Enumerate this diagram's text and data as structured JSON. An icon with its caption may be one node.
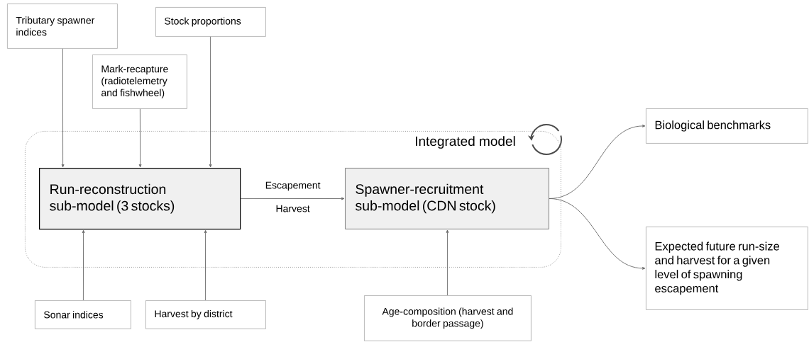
{
  "diagram": {
    "nodes": [
      {
        "text": [
          "Integrated model"
        ]
      },
      {
        "text": [
          "Tributary spawner indices"
        ]
      },
      {
        "text": [
          "Stock proportions"
        ]
      },
      {
        "text": [
          "Mark-recapture (radiotelemetry and fishwheel)"
        ]
      },
      {
        "text": [
          "Run-reconstruction sub-model (3 stocks)"
        ],
        "in": 0
      },
      {
        "text": [
          "Spawner-recruitment sub-model (CDN stock)"
        ],
        "in": 0
      },
      {
        "text": [
          "Biological benchmarks"
        ]
      },
      {
        "text": [
          "Expected future run-size and harvest for a given level of spawning escapement"
        ]
      },
      {
        "text": [
          "Sonar indices"
        ]
      },
      {
        "text": [
          "Harvest by district"
        ]
      },
      {
        "text": [
          "Age-composition (harvest and border passage)"
        ]
      }
    ],
    "edges": [
      {
        "from": 1,
        "to": 4,
        "arrow": "to"
      },
      {
        "from": 3,
        "to": 4,
        "arrow": "to"
      },
      {
        "from": 2,
        "to": 4,
        "arrow": "to"
      },
      {
        "from": 8,
        "to": 4,
        "arrow": "to"
      },
      {
        "from": 9,
        "to": 4,
        "arrow": "to"
      },
      {
        "from": 4,
        "to": 5,
        "arrow": "to",
        "label": "Escapement"
      },
      {
        "from": 10,
        "to": 5,
        "arrow": "to"
      },
      {
        "from": 5,
        "to": 6,
        "arrow": "to"
      },
      {
        "from": 5,
        "to": 7,
        "arrow": "to"
      }
    ],
    "labels": [
      "Harvest"
    ]
  }
}
